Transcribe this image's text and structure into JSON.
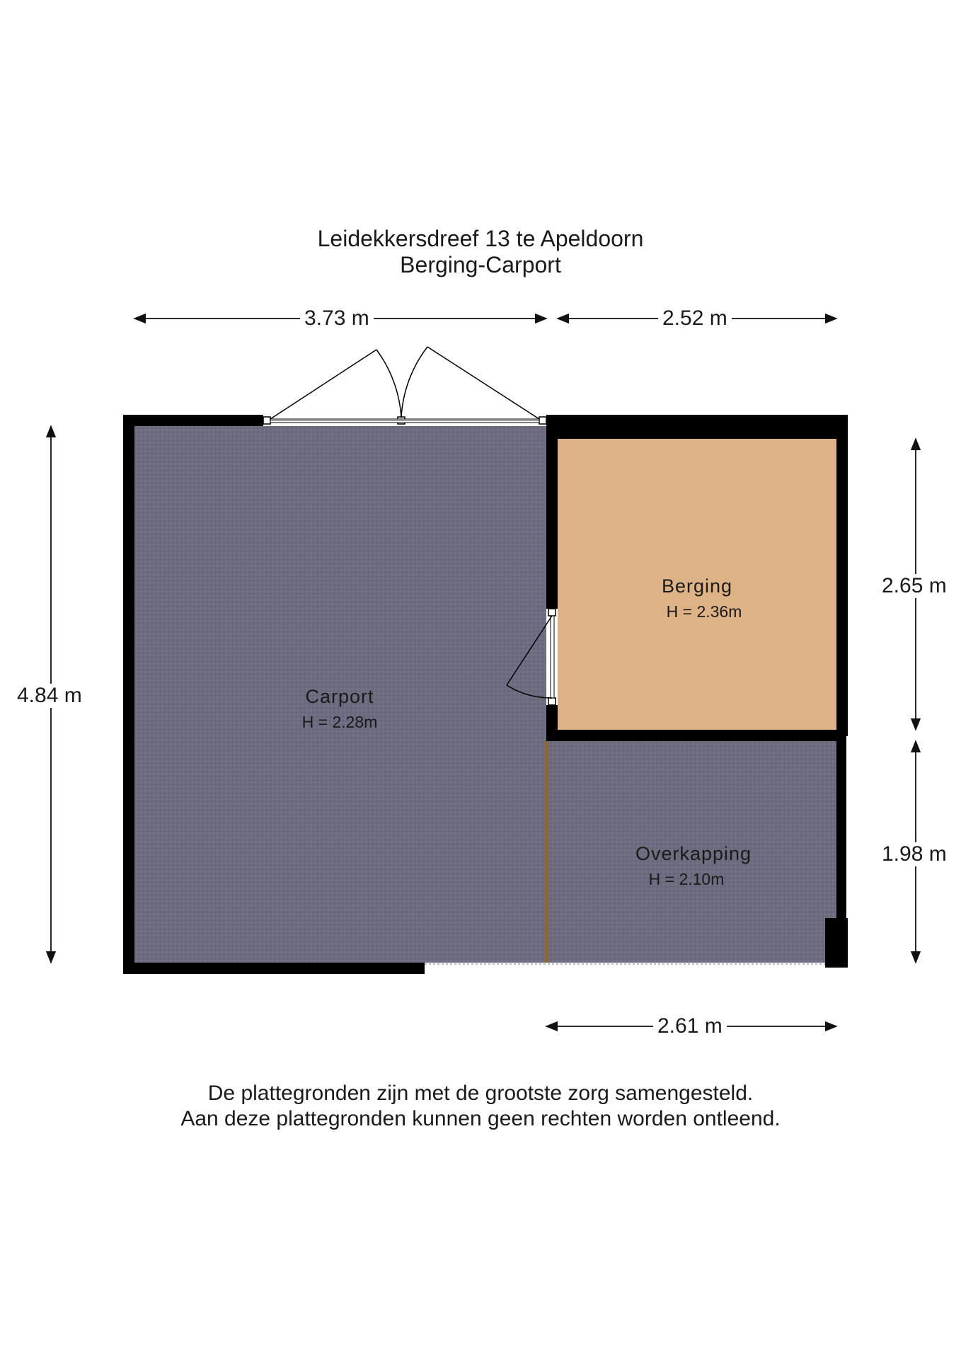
{
  "header": {
    "title": "Leidekkersdreef 13 te Apeldoorn",
    "subtitle": "Berging-Carport"
  },
  "dimensions": {
    "top_left": "3.73 m",
    "top_right": "2.52 m",
    "left": "4.84 m",
    "right_upper": "2.65 m",
    "right_lower": "1.98 m",
    "bottom": "2.61 m"
  },
  "rooms": {
    "carport": {
      "name": "Carport",
      "height": "H = 2.28m"
    },
    "berging": {
      "name": "Berging",
      "height": "H = 2.36m"
    },
    "overkapping": {
      "name": "Overkapping",
      "height": "H = 2.10m"
    }
  },
  "colors": {
    "carport_floor": "#6d6c80",
    "berging_floor": "#deb287",
    "wall": "#000000",
    "beam": "#8a6a3a"
  },
  "footer": {
    "line1": "De plattegronden zijn met de grootste zorg samengesteld.",
    "line2": "Aan deze plattegronden kunnen geen rechten worden ontleend."
  }
}
